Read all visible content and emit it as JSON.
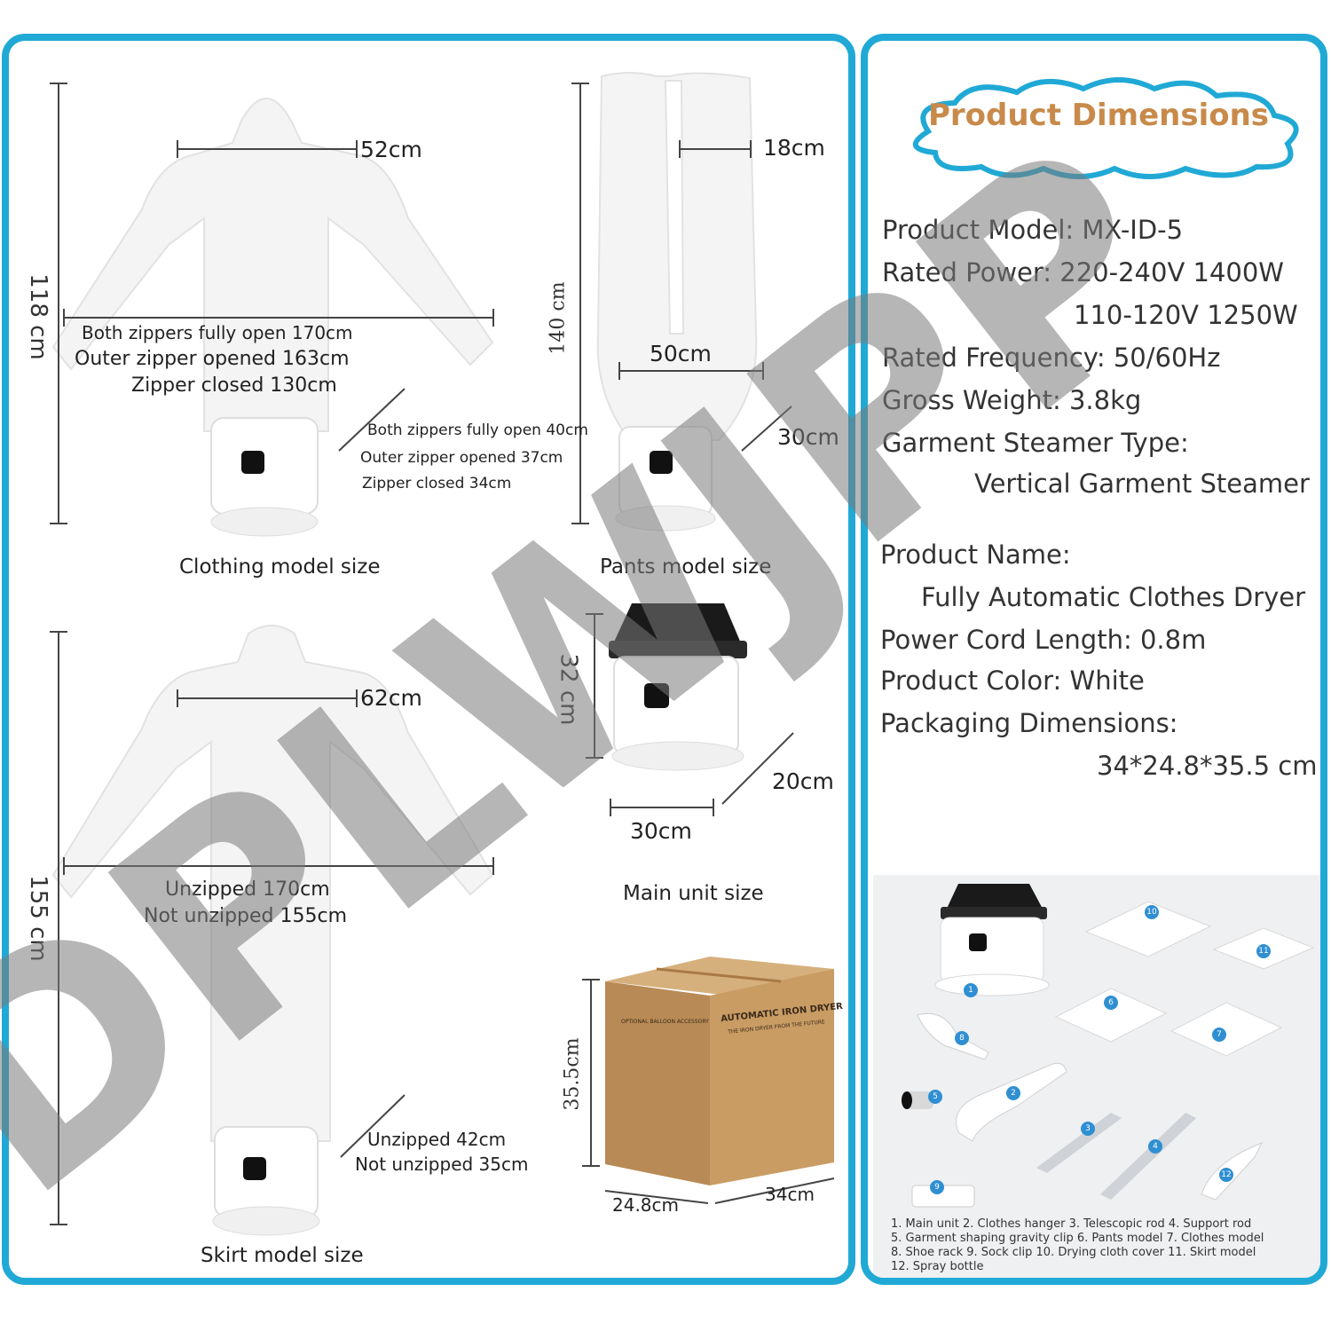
{
  "clothing": {
    "width_label": "52cm",
    "height_label": "118 cm",
    "span_lines": [
      "Both zippers fully open 170cm",
      "Outer zipper opened 163cm",
      "Zipper closed 130cm"
    ],
    "waist_lines": [
      "Both zippers fully open 40cm",
      "Outer zipper opened 37cm",
      "Zipper closed 34cm"
    ],
    "caption": "Clothing model size"
  },
  "pants": {
    "leg_label": "18cm",
    "height_label": "140 cm",
    "width_label": "50cm",
    "depth_label": "30cm",
    "caption": "Pants model size"
  },
  "skirt": {
    "width_label": "62cm",
    "height_label": "155 cm",
    "span_lines": [
      "Unzipped 170cm",
      "Not unzipped 155cm"
    ],
    "waist_lines": [
      "Unzipped 42cm",
      "Not unzipped 35cm"
    ],
    "caption": "Skirt model size"
  },
  "main_unit": {
    "height_label": "32 cm",
    "depth_label": "20cm",
    "width_label": "30cm",
    "caption": "Main unit size"
  },
  "box": {
    "height_label": "35.5cm",
    "width_label": "24.8cm",
    "depth_label": "34cm",
    "brand_text": "AUTOMATIC IRON DRYER",
    "sub_text": "THE IRON DRYER FROM THE FUTURE",
    "side_text": "OPTIONAL BALLOON ACCESSORY"
  },
  "title": "Product Dimensions",
  "specs": [
    "Product Model:  MX-ID-5",
    "Rated Power:  220-240V 1400W",
    "110-120V 1250W",
    "Rated Frequency:  50/60Hz",
    "Gross Weight:  3.8kg",
    "Garment Steamer Type:",
    "Vertical Garment Steamer",
    "Product Name:",
    "Fully Automatic Clothes Dryer",
    "Power Cord Length:   0.8m",
    "Product Color:     White",
    "Packaging Dimensions:",
    "34*24.8*35.5 cm"
  ],
  "parts_legend": [
    "1. Main unit 2. Clothes hanger 3. Telescopic rod 4. Support rod",
    "5. Garment shaping gravity clip 6. Pants model 7. Clothes model",
    "8. Shoe rack 9. Sock clip 10. Drying cloth cover 11. Skirt model",
    "12. Spray bottle"
  ],
  "part_numbers": [
    "1",
    "2",
    "3",
    "4",
    "5",
    "6",
    "7",
    "8",
    "9",
    "10",
    "11",
    "12"
  ],
  "watermark": "DPLWJPP",
  "colors": {
    "border": "#21a9d6",
    "title": "#c88a4a",
    "badge": "#2f8fd2",
    "watermark": "#7a7a7a"
  }
}
